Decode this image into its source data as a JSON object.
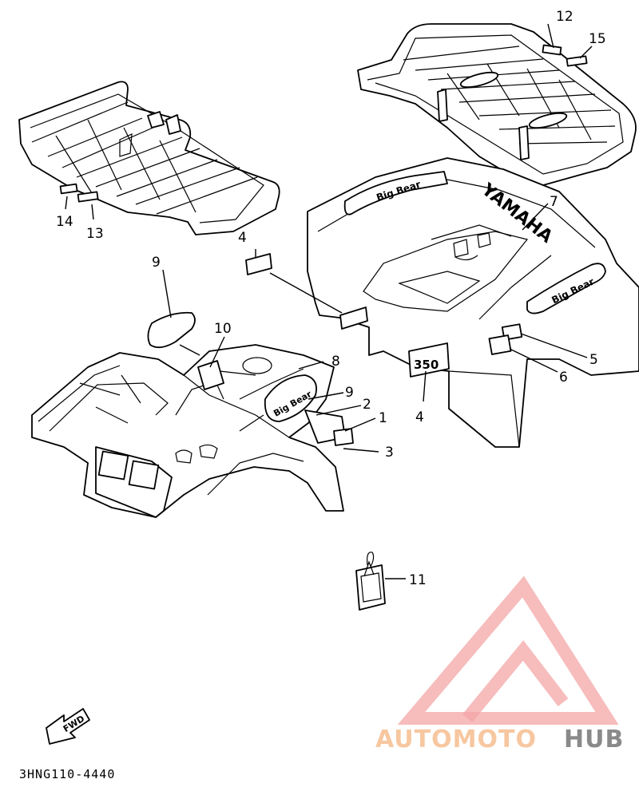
{
  "diagram": {
    "part_code": "3HNG110-4440",
    "fwd_label": "FWD",
    "callouts": [
      "1",
      "2",
      "3",
      "4",
      "4",
      "5",
      "6",
      "7",
      "8",
      "9",
      "9",
      "10",
      "11",
      "12",
      "13",
      "14",
      "15"
    ],
    "decal_text": {
      "brand": "YAMAHA",
      "model": "Big Bear",
      "engine": "350"
    }
  },
  "watermark": {
    "part1": "AUTOMOTO",
    "part2": "HUB",
    "color_light": "#f7c7a0",
    "color_dark": "#8a8a8a",
    "triangle_color": "#f4a6a6"
  }
}
